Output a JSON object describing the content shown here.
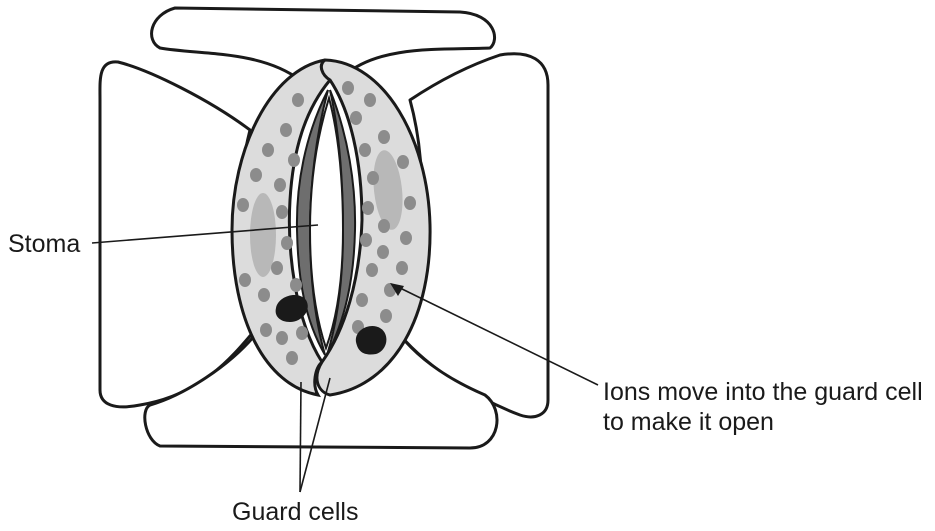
{
  "labels": {
    "stoma": "Stoma",
    "ions": "Ions move into the guard cell to make it open",
    "guard_cells": "Guard cells"
  },
  "colors": {
    "outline": "#1a1a1a",
    "guard_cell_fill": "#dcdcdc",
    "chloroplast": "#8c8c8c",
    "vacuole": "#b8b8b8",
    "nucleus": "#1a1a1a",
    "pore_wall": "#6e6e6e",
    "background": "#ffffff"
  }
}
